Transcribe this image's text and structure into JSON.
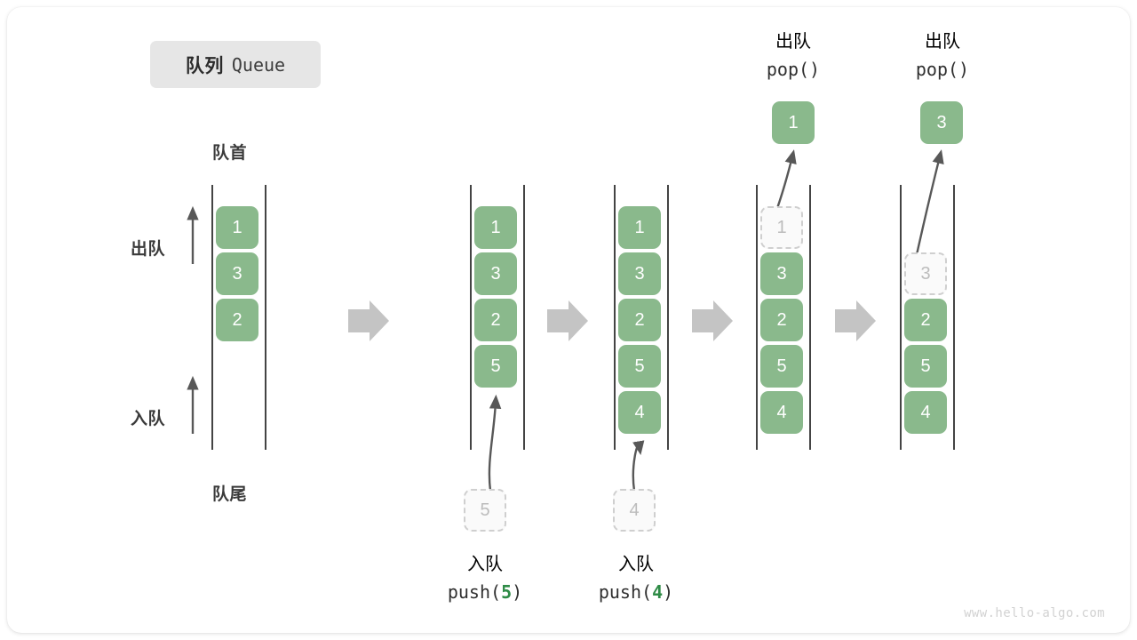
{
  "title": {
    "cn": "队列",
    "en": "Queue"
  },
  "watermark": "www.hello-algo.com",
  "labels": {
    "head": "队首",
    "tail": "队尾",
    "dequeue": "出队",
    "enqueue": "入队"
  },
  "colors": {
    "element": "#8ab98c",
    "element_text": "#ffffff",
    "ghost_fill": "#fafafa",
    "ghost_border": "#cfcfcf",
    "ghost_text": "#bcbcbc",
    "rail": "#444444",
    "arrow": "#585858",
    "step_arrow": "#c4c4c4",
    "badge_bg": "#e6e6e6",
    "text": "#3a3a3a",
    "code_arg": "#2e8b46",
    "watermark": "#d2d2d2"
  },
  "stages": [
    {
      "name": "initial",
      "items": [
        "1",
        "3",
        "2"
      ],
      "ghost_index": null,
      "ghost_value": null,
      "op_cn": null,
      "op_code": null,
      "op_arg": null,
      "incoming_value": null,
      "popped_value": null
    },
    {
      "name": "push-5",
      "items": [
        "1",
        "3",
        "2",
        "5"
      ],
      "ghost_index": null,
      "ghost_value": null,
      "op_cn": "入队",
      "op_code": "push(",
      "op_arg": "5",
      "op_code_end": ")",
      "incoming_value": "5",
      "popped_value": null
    },
    {
      "name": "push-4",
      "items": [
        "1",
        "3",
        "2",
        "5",
        "4"
      ],
      "ghost_index": null,
      "ghost_value": null,
      "op_cn": "入队",
      "op_code": "push(",
      "op_arg": "4",
      "op_code_end": ")",
      "incoming_value": "4",
      "popped_value": null
    },
    {
      "name": "pop-1",
      "items": [
        "3",
        "2",
        "5",
        "4"
      ],
      "ghost_index": 0,
      "ghost_value": "1",
      "op_cn": "出队",
      "op_code": "pop()",
      "op_arg": null,
      "op_code_end": "",
      "incoming_value": null,
      "popped_value": "1"
    },
    {
      "name": "pop-3",
      "items": [
        "2",
        "5",
        "4"
      ],
      "ghost_index": 1,
      "ghost_value": "3",
      "op_cn": "出队",
      "op_code": "pop()",
      "op_arg": null,
      "op_code_end": "",
      "incoming_value": null,
      "popped_value": "3"
    }
  ],
  "values": {
    "c1_1": "1",
    "c1_3": "3",
    "c1_2": "2",
    "c2_1": "1",
    "c2_3": "3",
    "c2_2": "2",
    "c2_5": "5",
    "c2_ghost": "5",
    "c3_1": "1",
    "c3_3": "3",
    "c3_2": "2",
    "c3_5": "5",
    "c3_4": "4",
    "c3_ghost": "4",
    "c4_ghost": "1",
    "c4_3": "3",
    "c4_2": "2",
    "c4_5": "5",
    "c4_4": "4",
    "c4_pop": "1",
    "c5_ghost": "3",
    "c5_2": "2",
    "c5_5": "5",
    "c5_4": "4",
    "c5_pop": "3"
  },
  "op_text": {
    "push5_cn": "入队",
    "push5_code_pre": "push(",
    "push5_arg": "5",
    "push5_code_post": ")",
    "push4_cn": "入队",
    "push4_code_pre": "push(",
    "push4_arg": "4",
    "push4_code_post": ")",
    "pop1_cn": "出队",
    "pop1_code": "pop()",
    "pop3_cn": "出队",
    "pop3_code": "pop()"
  }
}
